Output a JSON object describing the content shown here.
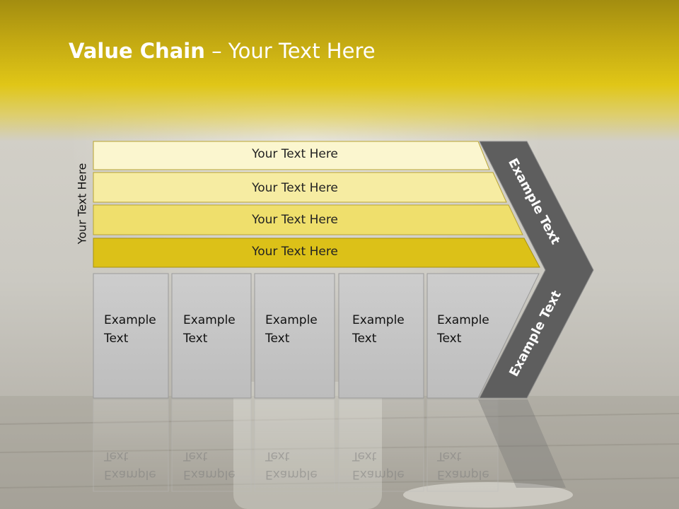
{
  "slide": {
    "title_bold": "Value Chain",
    "title_rest": " – Your Text Here",
    "side_label": "Your Text Here"
  },
  "bars": [
    {
      "label": "Your Text Here",
      "color": "#fbf6cf"
    },
    {
      "label": "Your Text Here",
      "color": "#f6eca2"
    },
    {
      "label": "Your Text Here",
      "color": "#efdf6c"
    },
    {
      "label": "Your Text Here",
      "color": "#dcc118"
    }
  ],
  "activities": [
    {
      "line1": "Example",
      "line2": "Text"
    },
    {
      "line1": "Example",
      "line2": "Text"
    },
    {
      "line1": "Example",
      "line2": "Text"
    },
    {
      "line1": "Example",
      "line2": "Text"
    },
    {
      "line1": "Example",
      "line2": "Text"
    }
  ],
  "chevron": {
    "upper_label": "Example Text",
    "lower_label": "Example Text",
    "color": "#5e5e5e"
  },
  "colors": {
    "accent": "#e0c617",
    "box_fill": "#c6c6c6",
    "box_border": "#9a9a9a"
  }
}
